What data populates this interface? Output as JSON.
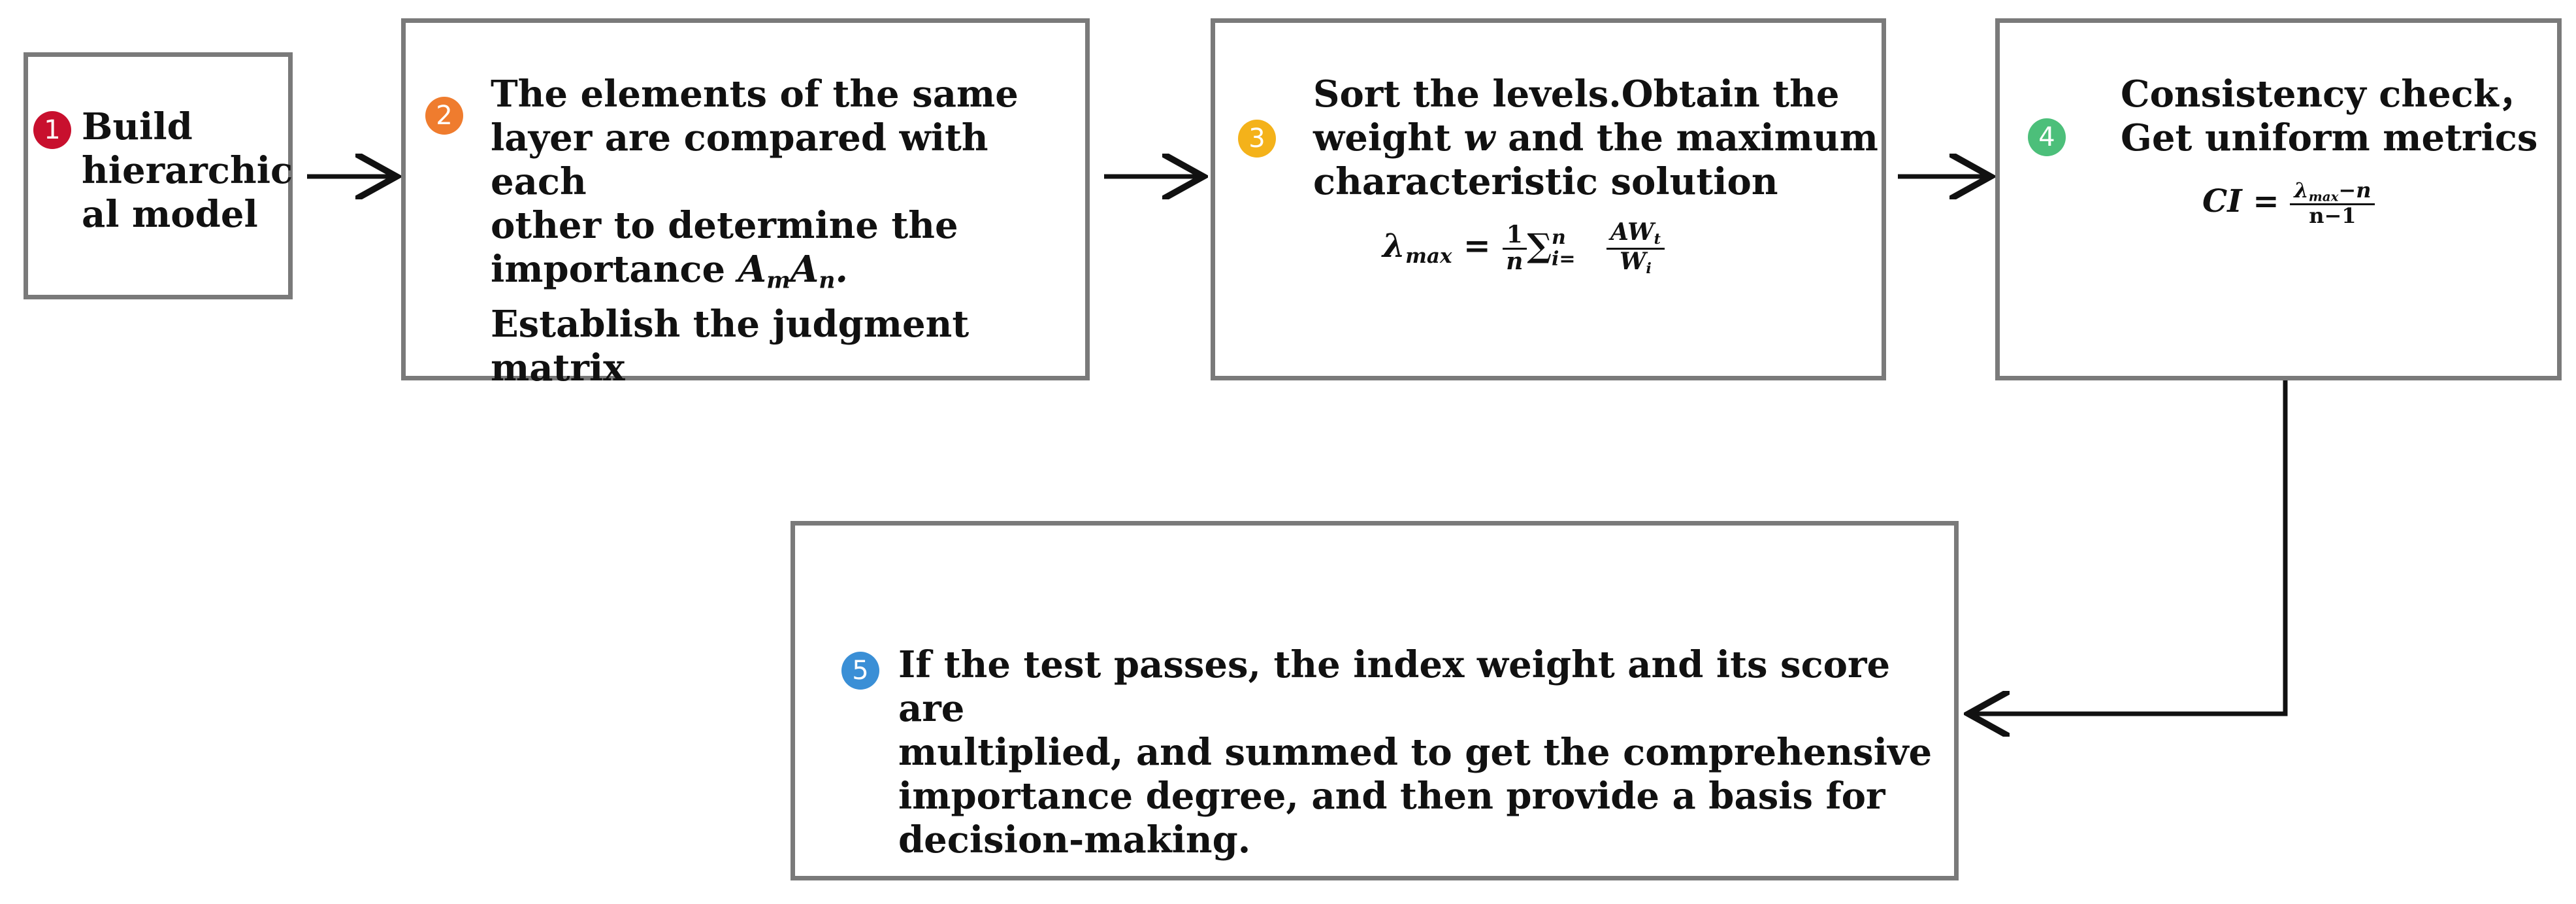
{
  "steps": [
    {
      "number": "1",
      "color": "#c8102e",
      "lines": [
        "Build",
        "hierarchic",
        "al model"
      ]
    },
    {
      "number": "2",
      "color": "#ef7c2e",
      "lines": [
        "The elements of the same",
        "layer are compared with each",
        "other to determine the",
        "importance",
        "Establish the judgment matrix"
      ],
      "math": "A_mA_n."
    },
    {
      "number": "3",
      "color": "#f4b21a",
      "lines": [
        "Sort the levels.Obtain the",
        "weight",
        "and the maximum",
        "characteristic solution"
      ],
      "weight_symbol": "w"
    },
    {
      "number": "4",
      "color": "#4cbf7a",
      "lines": [
        "Consistency check，",
        "Get uniform metrics"
      ]
    },
    {
      "number": "5",
      "color": "#3a8fd6",
      "lines": [
        "If the test passes, the index weight and its score are",
        "multiplied, and summed to get the comprehensive",
        "importance degree, and then provide a basis for",
        "decision-making."
      ]
    }
  ],
  "formulas": {
    "lambda_max": {
      "lhs": "λ",
      "lhs_sub": "max",
      "eq": "=",
      "frac_num": "1",
      "frac_den": "n",
      "sum": "∑",
      "sum_sup": "n",
      "sum_sub": "i=",
      "ratio_num": "AW",
      "ratio_num_sub": "t",
      "ratio_den": "W",
      "ratio_den_sub": "i"
    },
    "ci": {
      "lhs": "CI",
      "eq": "=",
      "num": "λ",
      "num_sub": "max",
      "num_rest": "−n",
      "den": "n−1"
    }
  },
  "arrow_color": "#111111",
  "box_border_color": "#7a7a7a"
}
